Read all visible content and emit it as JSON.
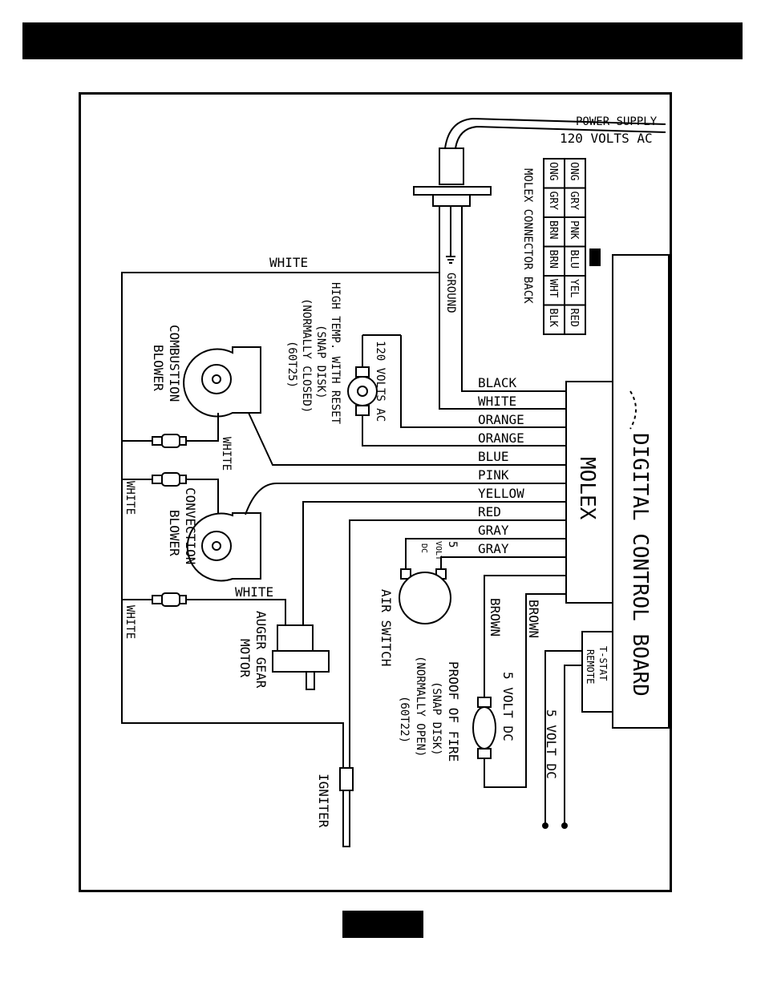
{
  "labels": {
    "power_supply": "POWER SUPPLY",
    "volts_ac": "120 VOLTS AC",
    "molex_back": "MOLEX CONNECTOR BACK",
    "ground": "GROUND",
    "white_top": "WHITE",
    "high_temp_1": "HIGH TEMP. WITH RESET",
    "high_temp_2": "(SNAP DISK)",
    "high_temp_3": "(NORMALLY CLOSED)",
    "high_temp_4": "(60T25)",
    "volts_120": "120 VOLTS AC",
    "combustion_1": "COMBUSTION",
    "combustion_2": "BLOWER",
    "convection_1": "CONVECTION",
    "convection_2": "BLOWER",
    "white_comb": "WHITE",
    "white_left1": "WHITE",
    "white_auger": "WHITE",
    "white_left2": "WHITE",
    "auger_1": "AUGER GEAR",
    "auger_2": "MOTOR",
    "igniter": "IGNITER",
    "air_switch": "AIR SWITCH",
    "as_5volt_1": "5",
    "as_5volt_2": "VOLT",
    "as_5volt_3": "DC",
    "brown_1": "BROWN",
    "brown_2": "BROWN",
    "five_volt_dc_1": "5 VOLT DC",
    "proof_1": "PROOF OF FIRE",
    "proof_2": "(SNAP DISK)",
    "proof_3": "(NORMALLY OPEN)",
    "proof_4": "(60T22)",
    "tstat_1": "T-STAT",
    "tstat_2": "REMOTE",
    "five_volt_dc_2": "5 VOLT DC",
    "molex": "MOLEX",
    "board": "DIGITAL CONTROL BOARD"
  },
  "wires": [
    "BLACK",
    "WHITE",
    "ORANGE",
    "ORANGE",
    "BLUE",
    "PINK",
    "YELLOW",
    "RED",
    "GRAY",
    "GRAY"
  ],
  "connector_grid": [
    [
      "ONG",
      "GRY",
      "PNK",
      "BLU",
      "YEL",
      "RED"
    ],
    [
      "ONG",
      "GRY",
      "BRN",
      "BRN",
      "WHT",
      "BLK"
    ]
  ]
}
